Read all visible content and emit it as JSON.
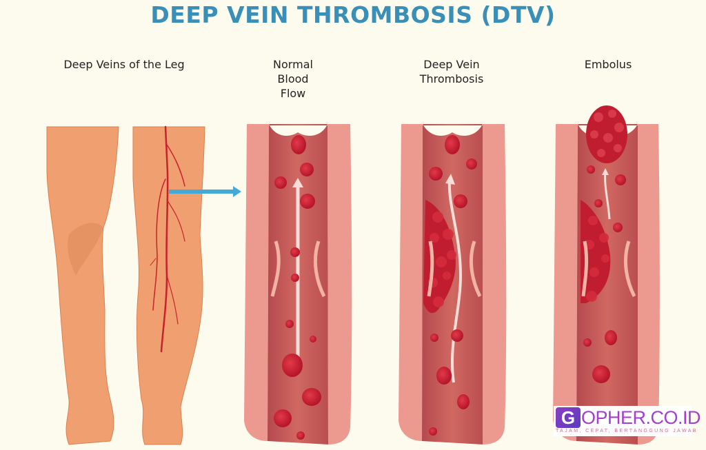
{
  "title": "DEEP VEIN THROMBOSIS (DTV)",
  "panels": [
    {
      "label": "Deep Veins of the Leg"
    },
    {
      "label_lines": [
        "Normal",
        "Blood",
        "Flow"
      ]
    },
    {
      "label_lines": [
        "Deep Vein",
        "Thrombosis"
      ]
    },
    {
      "label": "Embolus"
    }
  ],
  "colors": {
    "background": "#fdfbee",
    "title": "#3a8fb8",
    "skin": "#f0a070",
    "vein": "#c8202c",
    "vessel_wall": "#e9928a",
    "vessel_lumen": "#c85a5a",
    "blood_cell": "#c81e32",
    "arrow_blue": "#45a9d8"
  },
  "watermark": {
    "logo_letter": "G",
    "name": "OPHER.CO.ID",
    "tagline": "TAJAM, CEPAT, BERTANGGUNG JAWAB"
  }
}
